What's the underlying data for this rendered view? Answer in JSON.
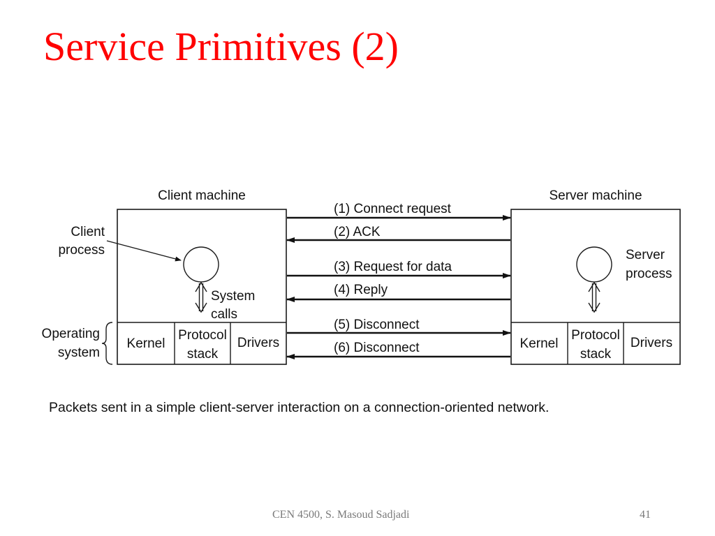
{
  "slide": {
    "title": "Service Primitives (2)",
    "title_color": "#ff0000",
    "caption": "Packets sent in a simple client-server interaction on a connection-oriented network.",
    "footer": "CEN 4500, S. Masoud Sadjadi",
    "page_number": "41"
  },
  "diagram": {
    "client": {
      "title": "Client machine",
      "process_label": [
        "Client",
        "process"
      ],
      "system_calls_label": [
        "System",
        "calls"
      ],
      "os_label": [
        "Operating",
        "system"
      ],
      "cells": {
        "kernel": "Kernel",
        "protocol_stack": [
          "Protocol",
          "stack"
        ],
        "drivers": "Drivers"
      }
    },
    "server": {
      "title": "Server machine",
      "process_label": [
        "Server",
        "process"
      ],
      "cells": {
        "kernel": "Kernel",
        "protocol_stack": [
          "Protocol",
          "stack"
        ],
        "drivers": "Drivers"
      }
    },
    "messages": [
      {
        "label": "(1) Connect request",
        "direction": "client-to-server"
      },
      {
        "label": "(2) ACK",
        "direction": "server-to-client"
      },
      {
        "label": "(3) Request for data",
        "direction": "client-to-server"
      },
      {
        "label": "(4) Reply",
        "direction": "server-to-client"
      },
      {
        "label": "(5) Disconnect",
        "direction": "client-to-server"
      },
      {
        "label": "(6) Disconnect",
        "direction": "server-to-client"
      }
    ]
  }
}
